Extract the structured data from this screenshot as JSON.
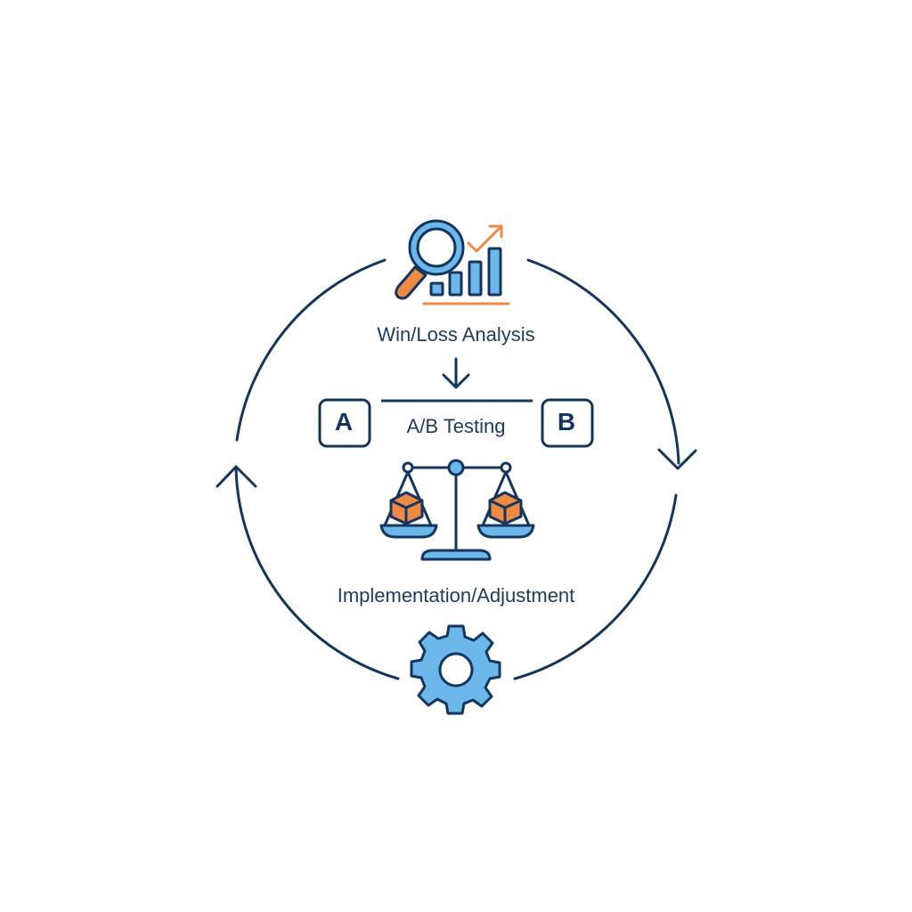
{
  "diagram": {
    "type": "cycle",
    "colors": {
      "stroke": "#13355e",
      "light_blue": "#6cb8ea",
      "orange": "#ef8a45",
      "background": "#ffffff"
    },
    "steps": [
      {
        "id": "winloss",
        "label": "Win/Loss Analysis",
        "icon": "magnifier-bar-chart-icon"
      },
      {
        "id": "ab",
        "label": "A/B Testing",
        "icon": "balance-scale-icon",
        "option_a": "A",
        "option_b": "B"
      },
      {
        "id": "impl",
        "label": "Implementation/Adjustment",
        "icon": "gear-icon"
      }
    ],
    "cycle_direction": "clockwise"
  }
}
